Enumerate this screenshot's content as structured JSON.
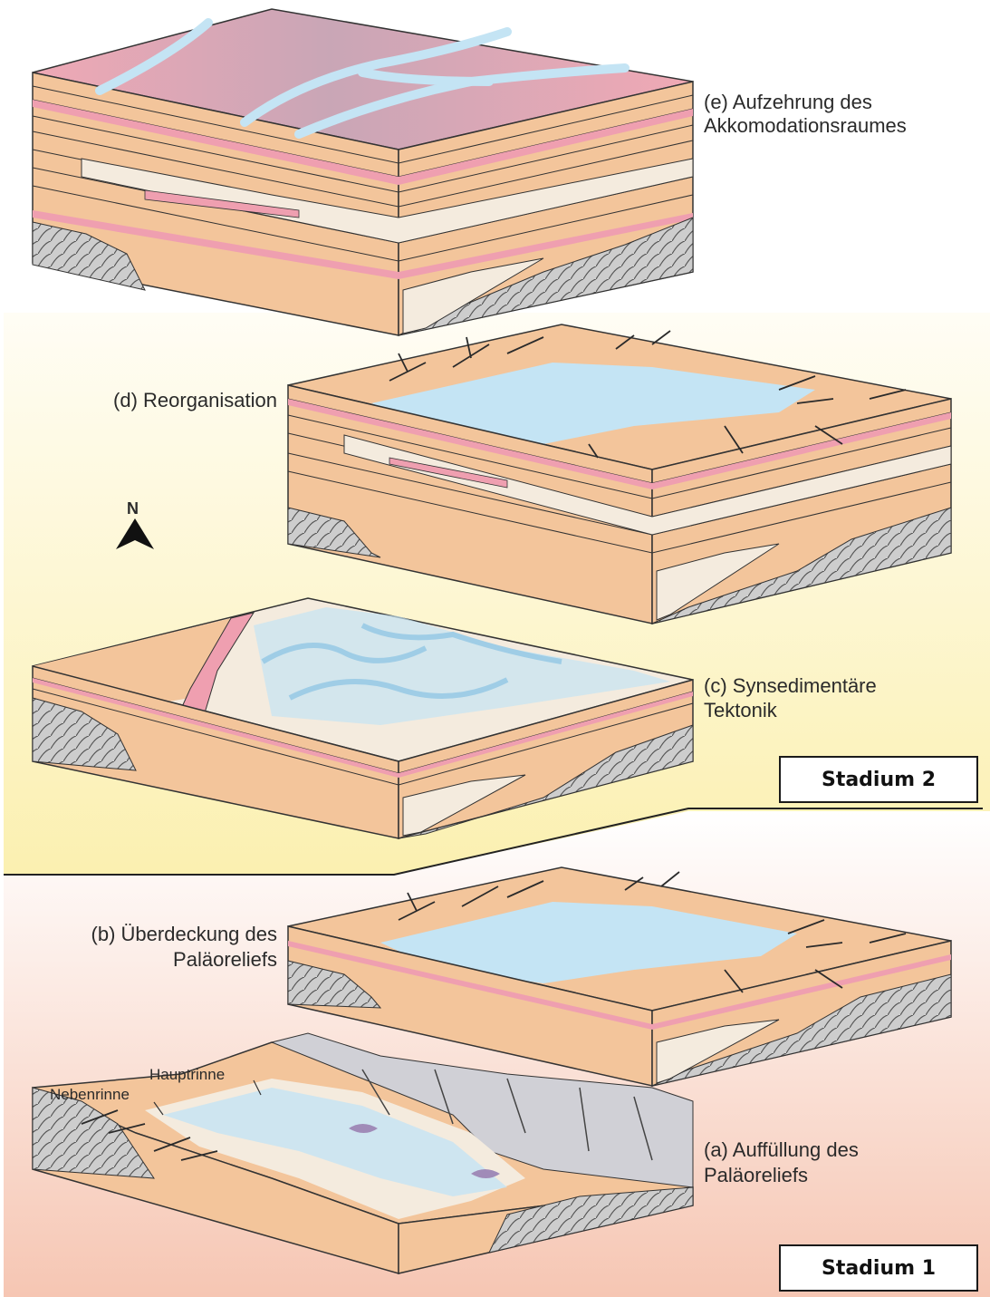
{
  "labels": {
    "e_line1": "(e) Aufzehrung des",
    "e_line2": "Akkomodationsraumes",
    "d": "(d) Reorganisation",
    "c_line1": "(c) Synsedimentäre",
    "c_line2": "Tektonik",
    "b_line1": "(b) Überdeckung des",
    "b_line2": "Paläoreliefs",
    "a_line1": "(a) Auffüllung des",
    "a_line2": "Paläoreliefs",
    "hauptrinne": "Hauptrinne",
    "nebenrinne": "Nebenrinne"
  },
  "stages": {
    "stage2": "Stadium 2",
    "stage1": "Stadium 1"
  },
  "north": {
    "letter": "N",
    "icon": "north-arrow-icon"
  },
  "colors": {
    "stage2_background": "#fdf6c8",
    "stage1_background": "#f9d6c8",
    "floodplain": "#f3c79d",
    "alluvial_fan": "#f2eadc",
    "channel_water": "#c4e4f4",
    "pink_layer": "#ef9fb0",
    "basement": "#c9c9c9",
    "playa_surface": "#e7a2b0"
  }
}
